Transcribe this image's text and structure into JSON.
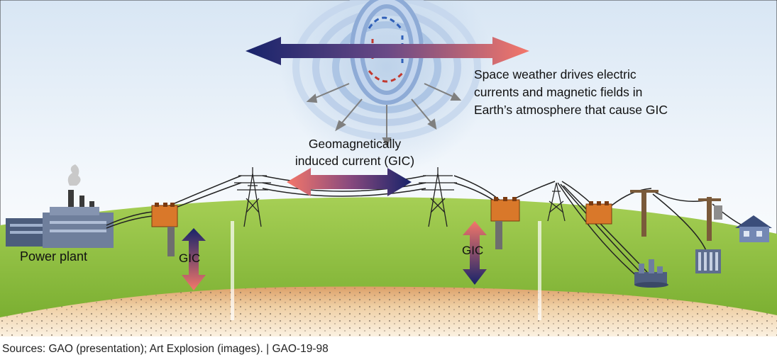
{
  "figure": {
    "caption_space_weather": [
      "Space weather drives electric",
      "currents and magnetic fields in",
      "Earth’s atmosphere that cause GIC"
    ],
    "caption_gic": [
      "Geomagnetically",
      "induced current (GIC)"
    ],
    "label_power_plant": "Power plant",
    "label_gic_left": "GIC",
    "label_gic_right": "GIC"
  },
  "footer": {
    "sources": "Sources: GAO (presentation); Art Explosion (images).  |  GAO-19-98"
  },
  "colors": {
    "sky_top": "#dfeaf6",
    "sky_bottom": "#ffffff",
    "grass": "#86bc3a",
    "ground": "#e4b27c",
    "arrow_blue": "#1a2a6c",
    "arrow_red": "#f07a6a",
    "tower_orange": "#d9782a"
  }
}
